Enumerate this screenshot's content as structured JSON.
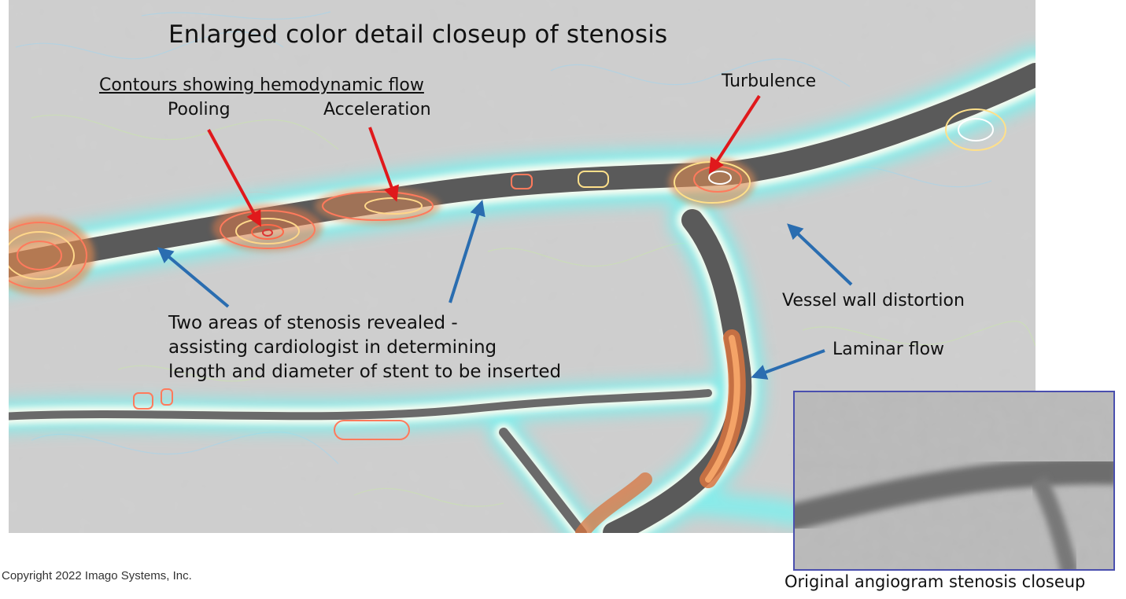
{
  "figure": {
    "title": "Enlarged color detail closeup of stenosis",
    "subheading": "Contours showing hemodynamic flow",
    "callouts": {
      "pooling": "Pooling",
      "acceleration": "Acceleration",
      "turbulence": "Turbulence",
      "vessel_wall": "Vessel wall distortion",
      "laminar": "Laminar flow"
    },
    "description": [
      "Two areas of stenosis revealed -",
      "assisting cardiologist in determining",
      "length and diameter of stent to be inserted"
    ],
    "inset_caption": "Original angiogram stenosis closeup",
    "copyright": "Copyright 2022 Imago Systems, Inc."
  },
  "colors": {
    "red_arrow": "#e0191c",
    "blue_arrow": "#2a6db0",
    "inset_border": "#4a4fae",
    "vessel_glow": "#7ff0ee",
    "hot_core": "#d8743f"
  }
}
